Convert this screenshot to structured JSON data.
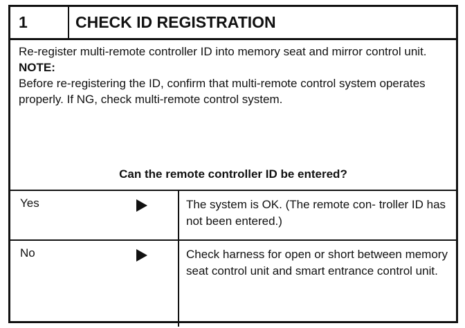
{
  "header": {
    "step_number": "1",
    "title": "CHECK ID REGISTRATION"
  },
  "body": {
    "instruction": "Re-register multi-remote controller ID into memory seat and mirror control unit.",
    "note_label": "NOTE:",
    "note_text": "Before re-registering the ID, confirm that multi-remote control system operates properly. If NG, check multi-remote control system.",
    "question": "Can the remote controller ID be entered?"
  },
  "rows": [
    {
      "answer": "Yes",
      "result": "The system is OK. (The remote con- troller ID has not been entered.)"
    },
    {
      "answer": "No",
      "result": "Check harness for open or short between memory seat control unit and smart entrance control unit."
    }
  ]
}
